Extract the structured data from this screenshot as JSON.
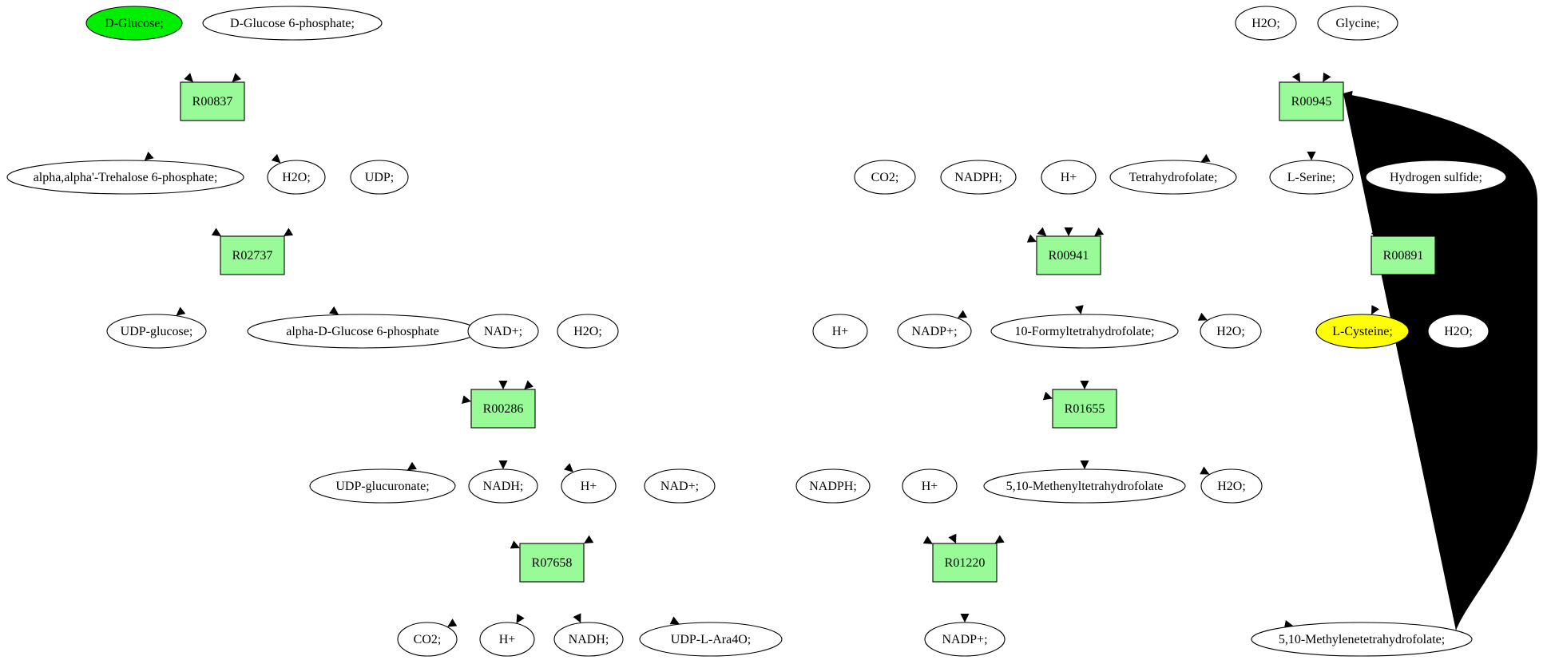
{
  "colors": {
    "reaction_fill": "#98fb98",
    "compound_fill": "#ffffff",
    "source_fill": "#00ee00",
    "target_fill": "#ffff00",
    "stroke": "#000000"
  },
  "nodes": {
    "dglucose": {
      "label": "D-Glucose;",
      "kind": "compound",
      "role": "source"
    },
    "g6p": {
      "label": "D-Glucose 6-phosphate;",
      "kind": "compound"
    },
    "r00837": {
      "label": "R00837",
      "kind": "reaction"
    },
    "treh6p": {
      "label": "alpha,alpha'-Trehalose 6-phosphate;",
      "kind": "compound"
    },
    "h2o_a": {
      "label": "H2O;",
      "kind": "compound"
    },
    "udp": {
      "label": "UDP;",
      "kind": "compound"
    },
    "r02737": {
      "label": "R02737",
      "kind": "reaction"
    },
    "udpglc": {
      "label": "UDP-glucose;",
      "kind": "compound"
    },
    "adg6p": {
      "label": "alpha-D-Glucose 6-phosphate",
      "kind": "compound"
    },
    "nadp_a": {
      "label": "NAD+;",
      "kind": "compound"
    },
    "h2o_b": {
      "label": "H2O;",
      "kind": "compound"
    },
    "r00286": {
      "label": "R00286",
      "kind": "reaction"
    },
    "udpgluc": {
      "label": "UDP-glucuronate;",
      "kind": "compound"
    },
    "nadh_a": {
      "label": "NADH;",
      "kind": "compound"
    },
    "hplus_a": {
      "label": "H+",
      "kind": "compound"
    },
    "nadp_b": {
      "label": "NAD+;",
      "kind": "compound"
    },
    "r07658": {
      "label": "R07658",
      "kind": "reaction"
    },
    "co2_a": {
      "label": "CO2;",
      "kind": "compound"
    },
    "hplus_b": {
      "label": "H+",
      "kind": "compound"
    },
    "nadh_b": {
      "label": "NADH;",
      "kind": "compound"
    },
    "udplara": {
      "label": "UDP-L-Ara4O;",
      "kind": "compound"
    },
    "h2o_c": {
      "label": "H2O;",
      "kind": "compound"
    },
    "glycine": {
      "label": "Glycine;",
      "kind": "compound"
    },
    "r00945": {
      "label": "R00945",
      "kind": "reaction"
    },
    "co2_b": {
      "label": "CO2;",
      "kind": "compound"
    },
    "nadph_a": {
      "label": "NADPH;",
      "kind": "compound"
    },
    "hplus_c": {
      "label": "H+",
      "kind": "compound"
    },
    "thf": {
      "label": "Tetrahydrofolate;",
      "kind": "compound"
    },
    "lserine": {
      "label": "L-Serine;",
      "kind": "compound"
    },
    "h2s": {
      "label": "Hydrogen sulfide;",
      "kind": "compound"
    },
    "r00941": {
      "label": "R00941",
      "kind": "reaction"
    },
    "r00891": {
      "label": "R00891",
      "kind": "reaction"
    },
    "hplus_d": {
      "label": "H+",
      "kind": "compound"
    },
    "nadpp_a": {
      "label": "NADP+;",
      "kind": "compound"
    },
    "formylthf": {
      "label": "10-Formyltetrahydrofolate;",
      "kind": "compound"
    },
    "h2o_d": {
      "label": "H2O;",
      "kind": "compound"
    },
    "lcys": {
      "label": "L-Cysteine;",
      "kind": "compound",
      "role": "target"
    },
    "h2o_e": {
      "label": "H2O;",
      "kind": "compound"
    },
    "r01655": {
      "label": "R01655",
      "kind": "reaction"
    },
    "nadph_b": {
      "label": "NADPH;",
      "kind": "compound"
    },
    "hplus_e": {
      "label": "H+",
      "kind": "compound"
    },
    "methenylthf": {
      "label": "5,10-Methenyltetrahydrofolate",
      "kind": "compound"
    },
    "h2o_f": {
      "label": "H2O;",
      "kind": "compound"
    },
    "r01220": {
      "label": "R01220",
      "kind": "reaction"
    },
    "nadpp_b": {
      "label": "NADP+;",
      "kind": "compound"
    },
    "methylenethf": {
      "label": "5,10-Methylenetetrahydrofolate;",
      "kind": "compound"
    }
  },
  "edges": [
    [
      "dglucose",
      "r00837"
    ],
    [
      "g6p",
      "r00837"
    ],
    [
      "r00837",
      "treh6p"
    ],
    [
      "r00837",
      "h2o_a"
    ],
    [
      "treh6p",
      "r02737"
    ],
    [
      "udp",
      "r02737"
    ],
    [
      "r02737",
      "udpglc"
    ],
    [
      "r02737",
      "adg6p"
    ],
    [
      "udpglc",
      "r00286"
    ],
    [
      "nadp_a",
      "r00286"
    ],
    [
      "h2o_b",
      "r00286"
    ],
    [
      "r00286",
      "udpgluc"
    ],
    [
      "r00286",
      "nadh_a"
    ],
    [
      "r00286",
      "hplus_a"
    ],
    [
      "udpgluc",
      "r07658"
    ],
    [
      "nadp_b",
      "r07658"
    ],
    [
      "r07658",
      "co2_a"
    ],
    [
      "r07658",
      "hplus_b"
    ],
    [
      "r07658",
      "nadh_b"
    ],
    [
      "r07658",
      "udplara"
    ],
    [
      "h2o_c",
      "r00945"
    ],
    [
      "glycine",
      "r00945"
    ],
    [
      "r00945",
      "thf"
    ],
    [
      "r00945",
      "lserine"
    ],
    [
      "co2_b",
      "r00941"
    ],
    [
      "nadph_a",
      "r00941"
    ],
    [
      "hplus_c",
      "r00941"
    ],
    [
      "thf",
      "r00941"
    ],
    [
      "r00941",
      "nadpp_a"
    ],
    [
      "r00941",
      "formylthf"
    ],
    [
      "r00941",
      "h2o_d"
    ],
    [
      "lserine",
      "r00891"
    ],
    [
      "h2s",
      "r00891"
    ],
    [
      "r00891",
      "lcys"
    ],
    [
      "r00891",
      "h2o_e"
    ],
    [
      "hplus_d",
      "r01655"
    ],
    [
      "formylthf",
      "r01655"
    ],
    [
      "r01655",
      "methenylthf"
    ],
    [
      "r01655",
      "h2o_f"
    ],
    [
      "nadph_b",
      "r01220"
    ],
    [
      "hplus_e",
      "r01220"
    ],
    [
      "methenylthf",
      "r01220"
    ],
    [
      "r01220",
      "nadpp_b"
    ],
    [
      "r01220",
      "methylenethf"
    ],
    [
      "methylenethf",
      "r00945"
    ]
  ]
}
